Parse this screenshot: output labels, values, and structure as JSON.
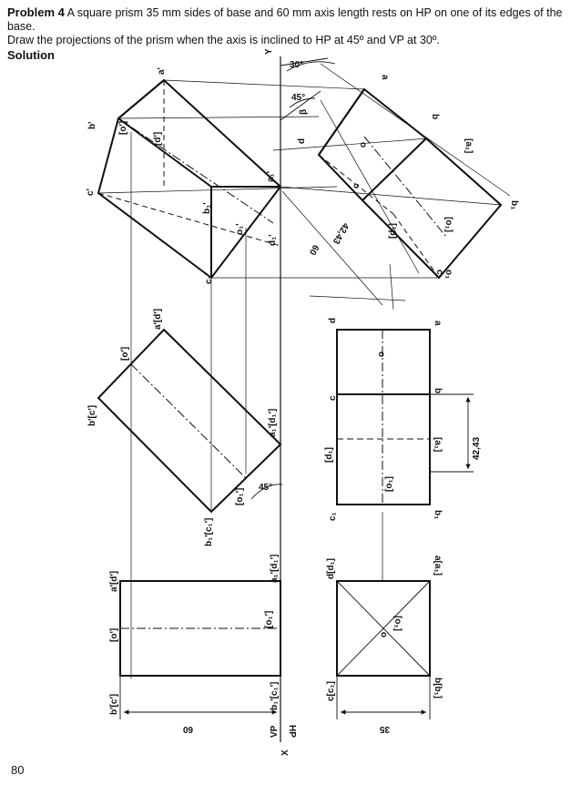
{
  "header": {
    "problem_label": "Problem 4",
    "problem_text_1": "A square prism 35 mm sides of  base and 60 mm axis length rests on HP on one of its edges of the base.",
    "problem_text_2": "Draw the projections of the prism when the axis is inclined to HP at 45º and VP at 30º.",
    "solution_label": "Solution"
  },
  "page_number": "80",
  "labels": {
    "a_dash": "a'",
    "b_dash": "b'",
    "c_dash": "c'",
    "d_dash_br": "[d']",
    "o_dash_br": "[o']",
    "a1_dash": "a₁'",
    "b1_dash": "b₁'",
    "c1_dash": "c₁'",
    "d1_dash": "d₁'",
    "o1_dash": "o₁'",
    "a_top": "a",
    "b_top": "b",
    "c_top": "c",
    "d_top": "d",
    "o_top": "o",
    "a1_top_br": "[a₁]",
    "b1_top": "b₁",
    "c1_top": "c₁",
    "o1_top": "o₁",
    "d1_top_br": "[d₁]",
    "o1_top_br": "[o₁]",
    "angle_30": "30°",
    "angle_45": "45°",
    "beta": "β",
    "dim_60_rot": "60",
    "dim_4243_rot": "42,43",
    "ad_mid": "a'[d']",
    "o_mid": "[o']",
    "bc_mid": "b'[c']",
    "a1d1_mid": "a₁'[d₁']",
    "o1_mid": "[o₁']",
    "b1c1_mid": "b₁'[c₁']",
    "angle_45_mid": "45°",
    "d_mid": "d",
    "c_mid": "c",
    "a_mid": "a",
    "b_mid": "b",
    "o_mid_top": "o",
    "d1_mid_br": "[d₁]",
    "c1_mid": "c₁",
    "a1_mid_br": "[a₁]",
    "b1_mid": "b₁",
    "o1_mid_br": "[o₁]",
    "dim_4243": "42,43",
    "ad_bot": "a'[d']",
    "o_bot": "[o']",
    "bc_bot": "b'[c']",
    "a1d1_bot": "a₁'[d₁']",
    "o1_bot": "[o₁']",
    "b1c1_bot": "b₁'[c₁']",
    "dim_60": "60",
    "dd1_bot": "d[d₁]",
    "cc1_bot": "c[c₁]",
    "aa1_bot": "a[a₁]",
    "bb1_bot": "b[b₁]",
    "o_bot_top": "o",
    "o1_bot_br": "[o₁]",
    "dim_35": "35",
    "x_label": "X",
    "y_label": "Y",
    "vp_label": "VP",
    "hp_label": "HP"
  }
}
